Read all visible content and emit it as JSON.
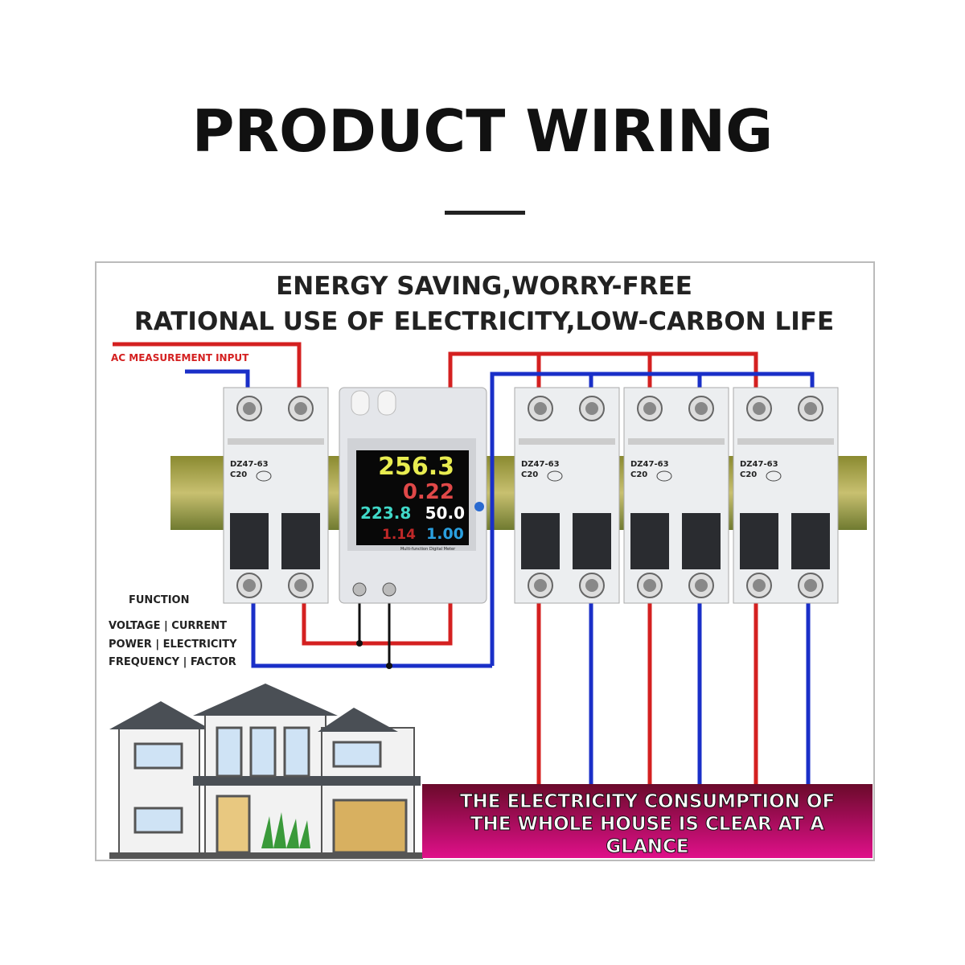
{
  "title": "PRODUCT WIRING",
  "headline_1": "ENERGY SAVING,WORRY-FREE",
  "headline_2": "RATIONAL USE OF ELECTRICITY,LOW-CARBON LIFE",
  "input_label": "AC MEASUREMENT INPUT",
  "function": {
    "heading": "FUNCTION",
    "lines": [
      "VOLTAGE | CURRENT",
      "POWER | ELECTRICITY",
      "FREQUENCY | FACTOR"
    ]
  },
  "meter": {
    "power": "256.3",
    "energy": "0.22",
    "voltage": "223.8",
    "frequency": "50.0",
    "current": "1.14",
    "factor": "1.00",
    "caption": "Multi-function Digital Meter"
  },
  "breaker": {
    "model": "DZ47-63",
    "rating": "C20"
  },
  "banner": "THE ELECTRICITY CONSUMPTION OF THE WHOLE HOUSE IS CLEAR AT A GLANCE",
  "colors": {
    "live": "#d42020",
    "neutral": "#1a2fc8",
    "banner_start": "#6a0a2a",
    "banner_end": "#e0108a"
  }
}
